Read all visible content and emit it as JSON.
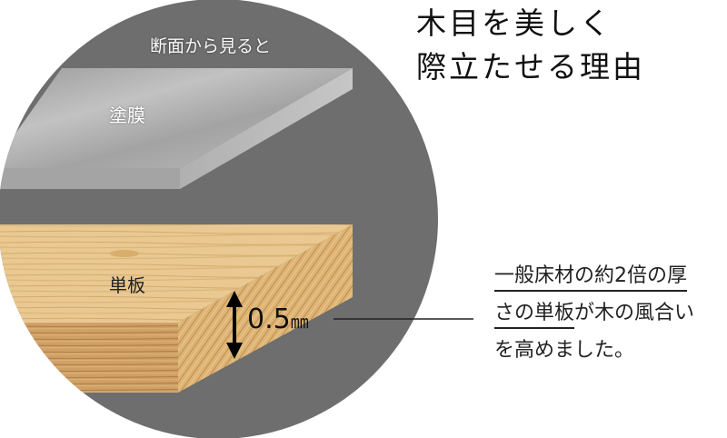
{
  "title": {
    "line1": "木目を美しく",
    "line2": "際立たせる理由"
  },
  "diagram": {
    "view_label": "断面から見ると",
    "coating_label": "塗膜",
    "veneer_label": "単板",
    "thickness_value": "0.5",
    "thickness_unit": "㎜",
    "colors": {
      "circle_bg": "#6e6e6e",
      "coating": "#a9a9a9",
      "wood_top": "#e6c48c",
      "wood_front": "#c99a5e",
      "wood_side": "#d6a96a",
      "leader_line": "#222222"
    }
  },
  "description": {
    "line1_underlined": "一般床材の約2倍の厚",
    "line2_underlined": "さの単板",
    "line2_rest": "が木の風合い",
    "line3": "を高めました。"
  },
  "icons": {
    "double_arrow": "vertical-double-arrow-icon"
  }
}
